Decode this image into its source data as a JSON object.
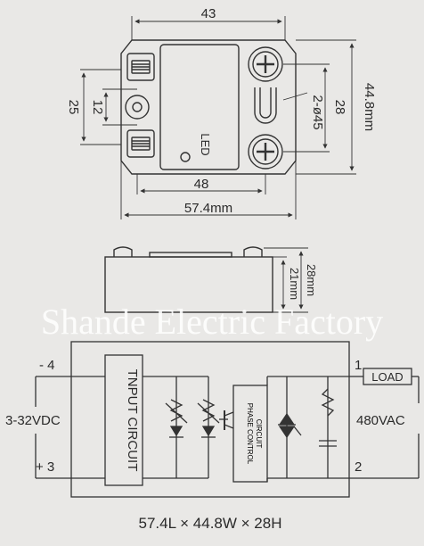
{
  "top_view": {
    "width_top": "43",
    "hole_span": "48",
    "overall_width": "57.4mm",
    "height_inner": "28",
    "overall_height": "44.8mm",
    "left_outer": "25",
    "left_inner": "12",
    "hole_note": "2-ø45",
    "led_label": "LED"
  },
  "side_view": {
    "overall_height": "28mm",
    "body_height": "21mm"
  },
  "watermark": "Shande Electric Factory",
  "schematic": {
    "terminal_4": "- 4",
    "terminal_3": "+ 3",
    "input_voltage": "3-32VDC",
    "input_block": "TNPUT CIRCUIT",
    "phase_block_1": "PHASE CONTROL",
    "phase_block_2": "CIRCUIT",
    "terminal_1": "1",
    "terminal_2": "2",
    "load_label": "LOAD",
    "output_voltage": "480VAC"
  },
  "caption": "57.4L × 44.8W × 28H"
}
